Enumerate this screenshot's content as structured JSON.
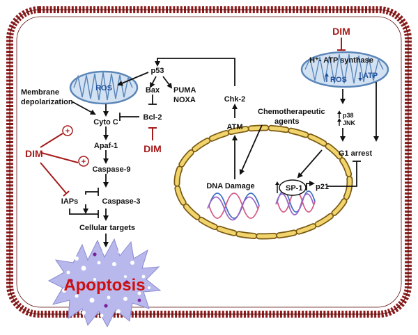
{
  "labels": {
    "membrane": [
      "Membrane",
      "depolarization"
    ],
    "ros_left": "ROS",
    "p53": "p53",
    "bax": "Bax",
    "puma": "PUMA",
    "noxa": "NOXA",
    "bcl2": "Bcl-2",
    "cyto_c": "Cyto C",
    "apaf1": "Apaf-1",
    "caspase9": "Caspase-9",
    "caspase3": "Caspase-3",
    "iaps": "IAPs",
    "cellular_targets": "Cellular targets",
    "apoptosis": "Apoptosis",
    "chk2": "Chk-2",
    "atm": "ATM",
    "chemo": [
      "Chemotherapeutic",
      "agents"
    ],
    "dna_damage": "DNA Damage",
    "sp1": "SP-1",
    "p21": "p21",
    "atp_synthase": "H⁺- ATP synthase",
    "ros_right": "ROS",
    "atp": "ATP",
    "p38": "p38",
    "jnk": "JNK",
    "g1_arrest": "G1 arrest",
    "plus": "+"
  },
  "dim": {
    "left": "DIM",
    "center": "DIM",
    "top_right": "DIM"
  },
  "colors": {
    "membrane": "#8b1a1a",
    "inhibitor": "#a61b1b",
    "nucleus_fill": "#f1d46c",
    "nucleus_stroke": "#7a5a14",
    "mito_fill": "#d3e2f2",
    "mito_stroke": "#5b86b8",
    "apoptosis_blob": "#b8b8ec"
  }
}
